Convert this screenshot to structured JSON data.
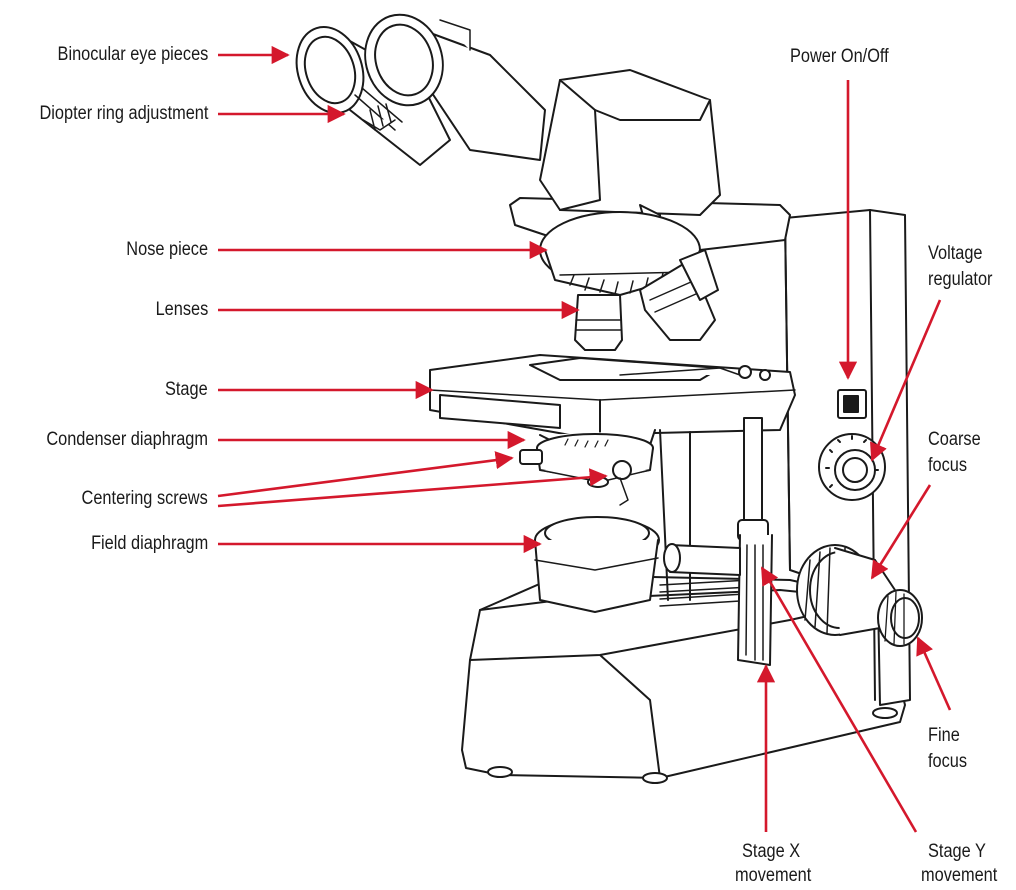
{
  "labels": {
    "binocular": "Binocular eye pieces",
    "diopter": "Diopter ring adjustment",
    "nose": "Nose piece",
    "lenses": "Lenses",
    "stage": "Stage",
    "condenser": "Condenser diaphragm",
    "centering": "Centering screws",
    "field": "Field diaphragm",
    "power": "Power On/Off",
    "voltage_1": "Voltage",
    "voltage_2": "regulator",
    "coarse_1": "Coarse",
    "coarse_2": "focus",
    "fine_1": "Fine",
    "fine_2": "focus",
    "stage_x_1": "Stage X",
    "stage_x_2": "movement",
    "stage_y_1": "Stage Y",
    "stage_y_2": "movement"
  },
  "colors": {
    "arrow": "#d4182c",
    "ink": "#1a1a1a"
  }
}
